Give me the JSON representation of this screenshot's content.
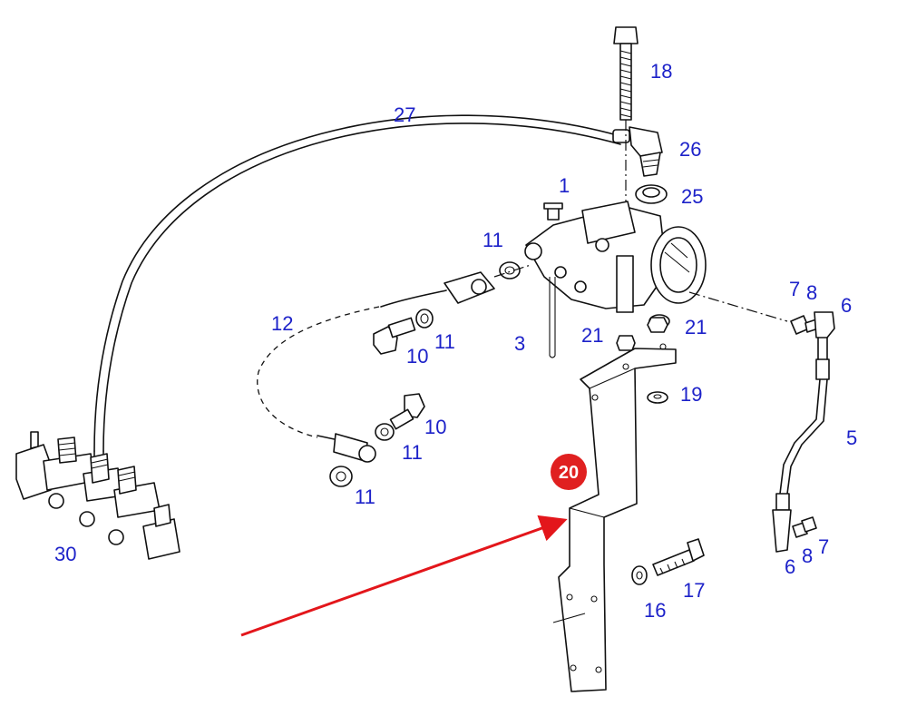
{
  "diagram": {
    "callouts": {
      "p1": "1",
      "p3": "3",
      "p5": "5",
      "p6a": "6",
      "p6b": "6",
      "p7a": "7",
      "p7b": "7",
      "p8a": "8",
      "p8b": "8",
      "p10a": "10",
      "p10b": "10",
      "p11a": "11",
      "p11b": "11",
      "p11c": "11",
      "p11d": "11",
      "p12": "12",
      "p16": "16",
      "p17": "17",
      "p18": "18",
      "p19": "19",
      "p20": "20",
      "p21a": "21",
      "p21b": "21",
      "p25": "25",
      "p26": "26",
      "p27": "27",
      "p30": "30"
    },
    "colors": {
      "callout": "#1d22c9",
      "highlight_badge": "#e02020",
      "arrow": "#e3161b",
      "line": "#111111"
    }
  }
}
